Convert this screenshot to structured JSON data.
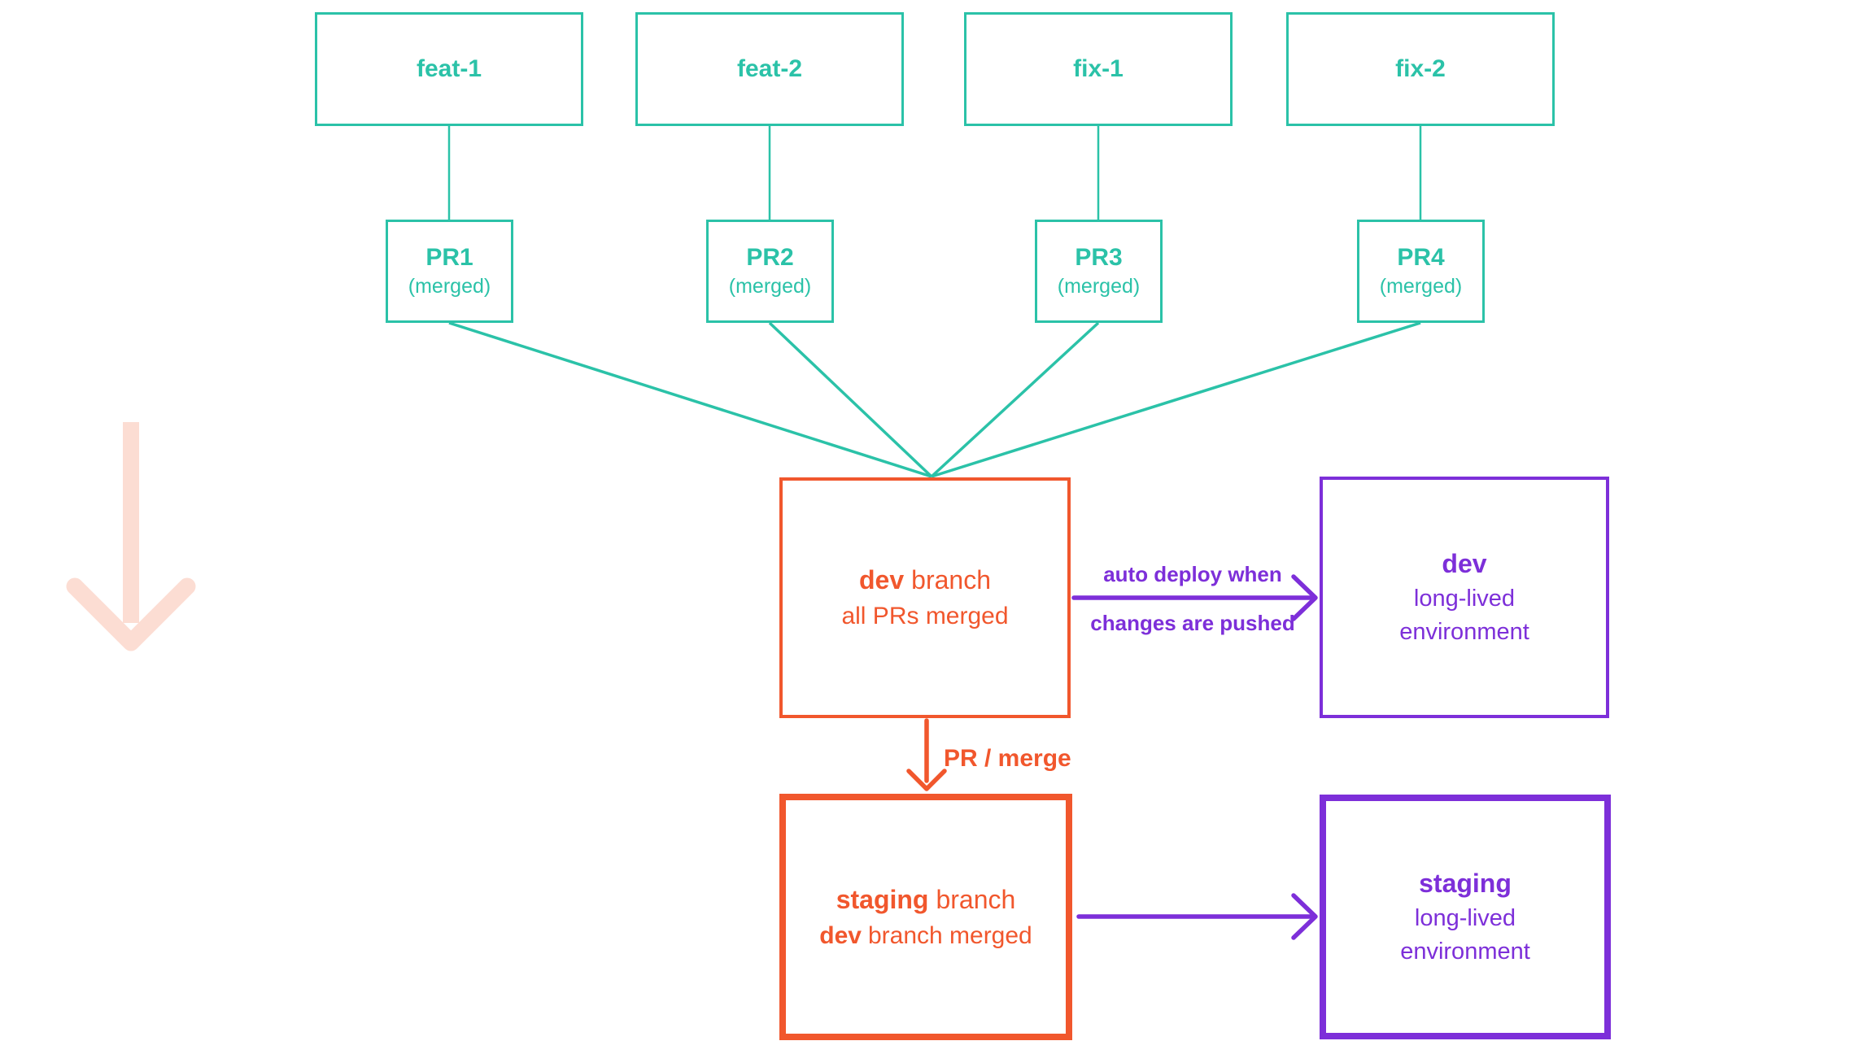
{
  "diagram": {
    "feature_branches": [
      {
        "label": "feat-1"
      },
      {
        "label": "feat-2"
      },
      {
        "label": "fix-1"
      },
      {
        "label": "fix-2"
      }
    ],
    "pull_requests": [
      {
        "title": "PR1",
        "status": "(merged)"
      },
      {
        "title": "PR2",
        "status": "(merged)"
      },
      {
        "title": "PR3",
        "status": "(merged)"
      },
      {
        "title": "PR4",
        "status": "(merged)"
      }
    ],
    "dev_branch": {
      "title_bold": "dev",
      "title_rest": "branch",
      "subtitle": "all PRs merged"
    },
    "dev_environment": {
      "title": "dev",
      "subtitle": "long-lived environment"
    },
    "staging_branch": {
      "title_bold": "staging",
      "title_rest": "branch",
      "subtitle_bold": "dev",
      "subtitle_rest": "branch merged"
    },
    "staging_environment": {
      "title": "staging",
      "subtitle": "long-lived environment"
    },
    "edge_labels": {
      "auto_deploy_line1": "auto deploy when",
      "auto_deploy_line2": "changes are pushed",
      "pr_merge": "PR / merge"
    },
    "colors": {
      "teal": "#2BC2A8",
      "orange": "#F1572D",
      "purple": "#7D2FD9",
      "faded_arrow": "#FCDDD3"
    }
  }
}
